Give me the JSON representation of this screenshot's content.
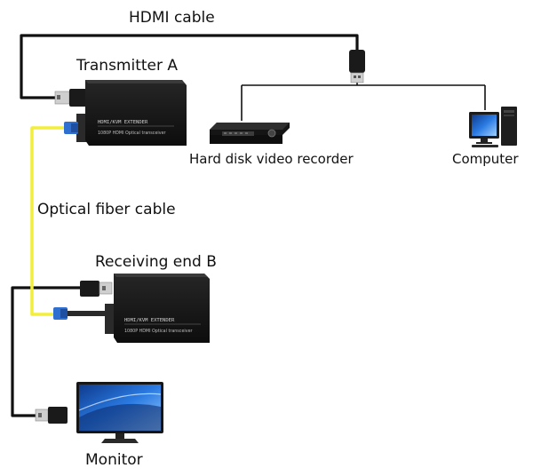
{
  "labels": {
    "hdmi_cable": "HDMI cable",
    "transmitter": "Transmitter A",
    "hdd_recorder": "Hard disk video recorder",
    "computer": "Computer",
    "optical_fiber": "Optical fiber cable",
    "receiver": "Receiving end B",
    "monitor": "Monitor"
  },
  "device_text": {
    "line1": "HDMI/KVM EXTENDER",
    "line2": "1080P HDMI Optical transceiver"
  },
  "colors": {
    "cable": "#111111",
    "fiber": "#f2ee3a",
    "device_body": "#1a1a1a",
    "device_front": "#2a2a2a",
    "sc_connector": "#2f6fd0",
    "usb_metal": "#cfcfcf",
    "screen_blue": "#2a6fd6"
  }
}
